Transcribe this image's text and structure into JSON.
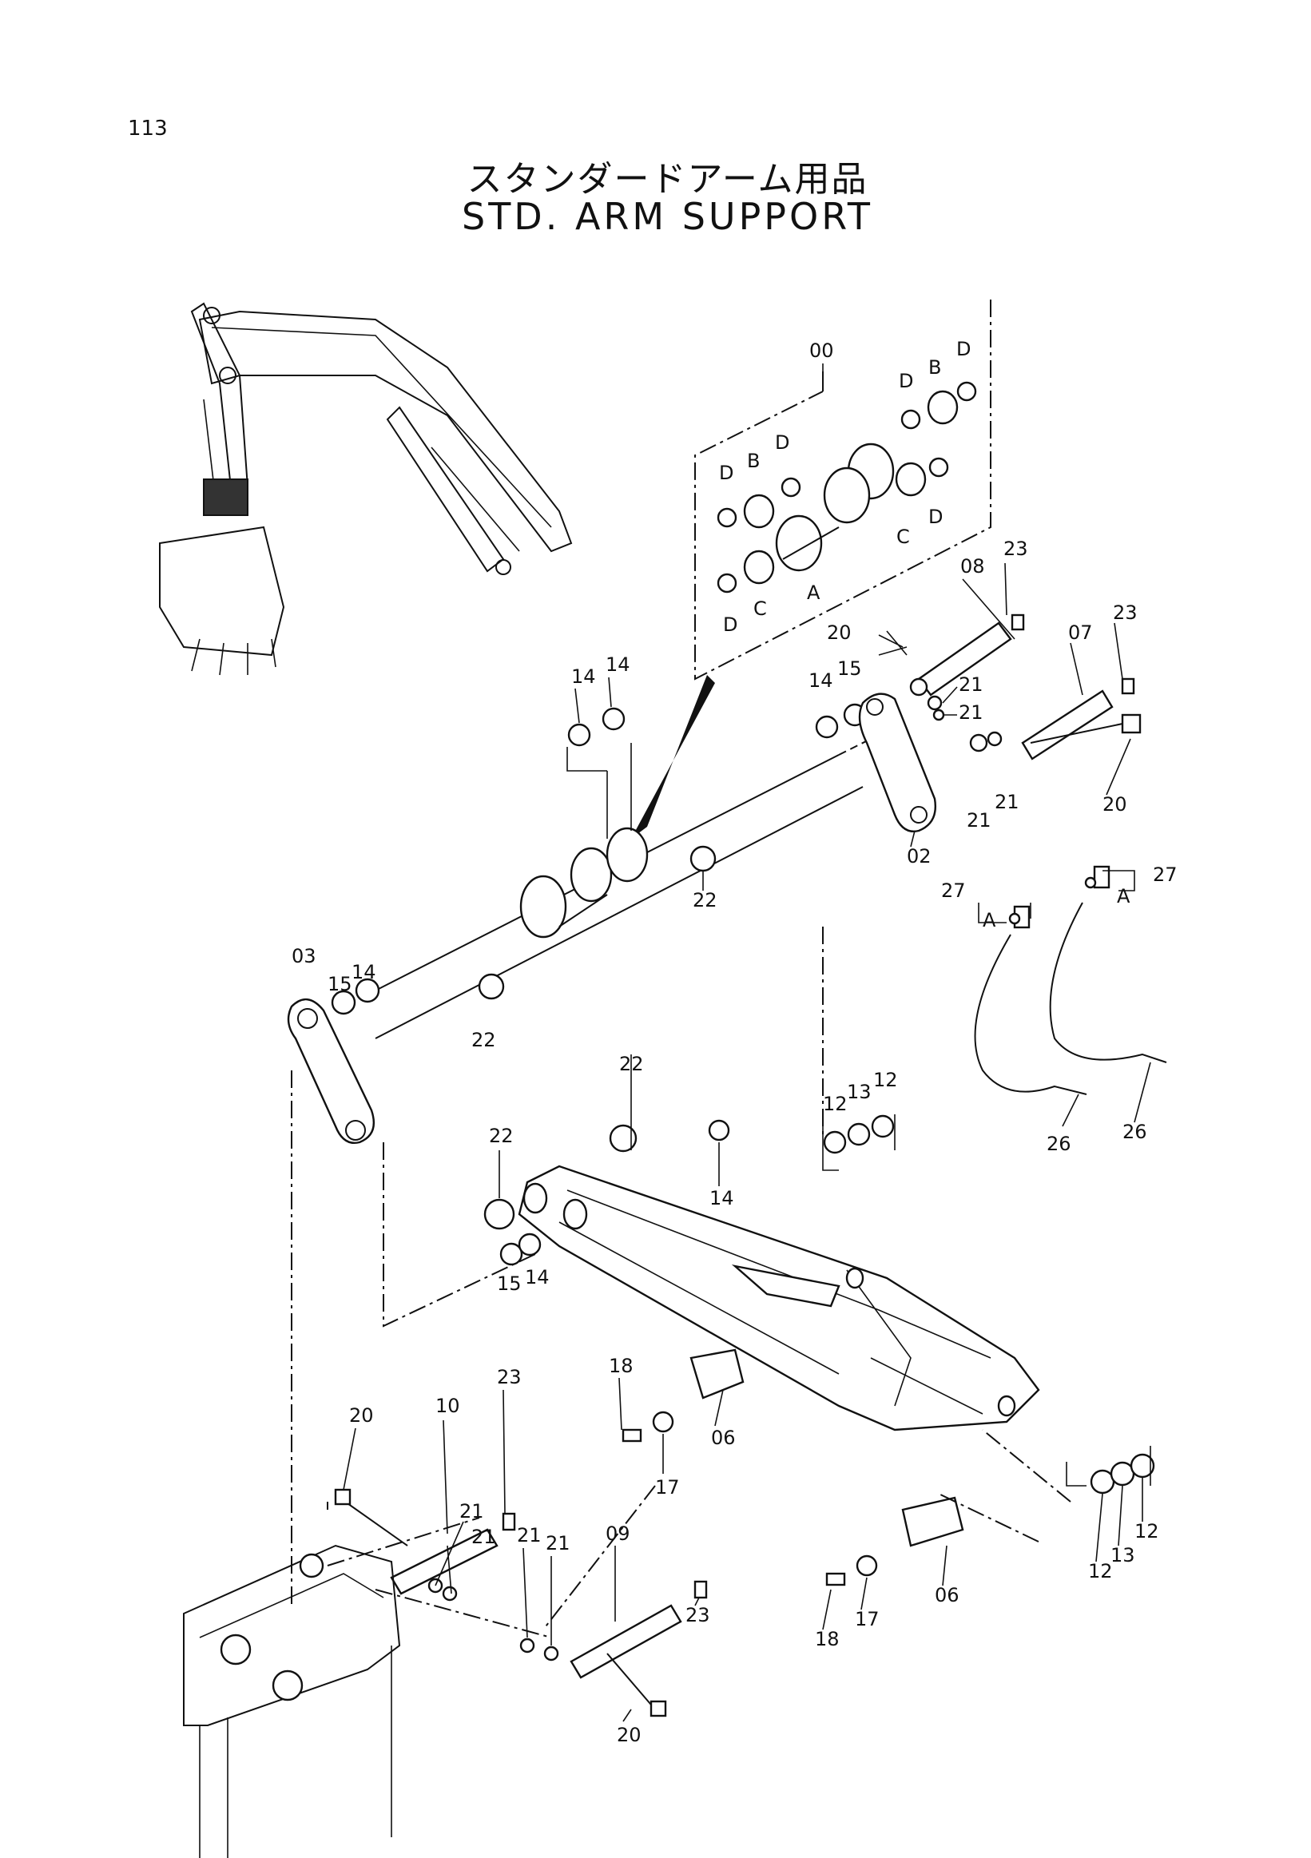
{
  "page_number": "113",
  "title_ja": "スタンダードアーム用品",
  "title_en": "STD. ARM SUPPORT",
  "callouts": [
    {
      "id": "c00",
      "text": "00"
    },
    {
      "id": "cD1",
      "text": "D"
    },
    {
      "id": "cB1",
      "text": "B"
    },
    {
      "id": "cD2",
      "text": "D"
    },
    {
      "id": "cD3",
      "text": "D"
    },
    {
      "id": "cB2",
      "text": "B"
    },
    {
      "id": "cD4",
      "text": "D"
    },
    {
      "id": "cD5",
      "text": "D"
    },
    {
      "id": "cC1",
      "text": "C"
    },
    {
      "id": "cA1",
      "text": "A"
    },
    {
      "id": "cC2",
      "text": "C"
    },
    {
      "id": "cD6",
      "text": "D"
    },
    {
      "id": "c23a",
      "text": "23"
    },
    {
      "id": "c08",
      "text": "08"
    },
    {
      "id": "c20a",
      "text": "20"
    },
    {
      "id": "c23b",
      "text": "23"
    },
    {
      "id": "c07",
      "text": "07"
    },
    {
      "id": "c21a",
      "text": "21"
    },
    {
      "id": "c21b",
      "text": "21"
    },
    {
      "id": "c14a",
      "text": "14"
    },
    {
      "id": "c15a",
      "text": "15"
    },
    {
      "id": "c21c",
      "text": "21"
    },
    {
      "id": "c21d",
      "text": "21"
    },
    {
      "id": "c20b",
      "text": "20"
    },
    {
      "id": "c14b",
      "text": "14"
    },
    {
      "id": "c14c",
      "text": "14"
    },
    {
      "id": "c02",
      "text": "02"
    },
    {
      "id": "c22a",
      "text": "22"
    },
    {
      "id": "c27a",
      "text": "27"
    },
    {
      "id": "cA2",
      "text": "A"
    },
    {
      "id": "c27b",
      "text": "27"
    },
    {
      "id": "cA3",
      "text": "A"
    },
    {
      "id": "c03",
      "text": "03"
    },
    {
      "id": "c15b",
      "text": "15"
    },
    {
      "id": "c14d",
      "text": "14"
    },
    {
      "id": "c22b",
      "text": "22"
    },
    {
      "id": "c22c",
      "text": "22"
    },
    {
      "id": "c26a",
      "text": "26"
    },
    {
      "id": "c26b",
      "text": "26"
    },
    {
      "id": "c12a",
      "text": "12"
    },
    {
      "id": "c13a",
      "text": "13"
    },
    {
      "id": "c12b",
      "text": "12"
    },
    {
      "id": "c22d",
      "text": "22"
    },
    {
      "id": "c14e",
      "text": "14"
    },
    {
      "id": "c15c",
      "text": "15"
    },
    {
      "id": "c14f",
      "text": "14"
    },
    {
      "id": "c18a",
      "text": "18"
    },
    {
      "id": "c06a",
      "text": "06"
    },
    {
      "id": "c17a",
      "text": "17"
    },
    {
      "id": "c23c",
      "text": "23"
    },
    {
      "id": "c20c",
      "text": "20"
    },
    {
      "id": "c10",
      "text": "10"
    },
    {
      "id": "c21e",
      "text": "21"
    },
    {
      "id": "c21f",
      "text": "21"
    },
    {
      "id": "c21g",
      "text": "21"
    },
    {
      "id": "c21h",
      "text": "21"
    },
    {
      "id": "c09",
      "text": "09"
    },
    {
      "id": "c23d",
      "text": "23"
    },
    {
      "id": "c20d",
      "text": "20"
    },
    {
      "id": "c18b",
      "text": "18"
    },
    {
      "id": "c17b",
      "text": "17"
    },
    {
      "id": "c06b",
      "text": "06"
    },
    {
      "id": "c12c",
      "text": "12"
    },
    {
      "id": "c13b",
      "text": "13"
    },
    {
      "id": "c12d",
      "text": "12"
    }
  ]
}
